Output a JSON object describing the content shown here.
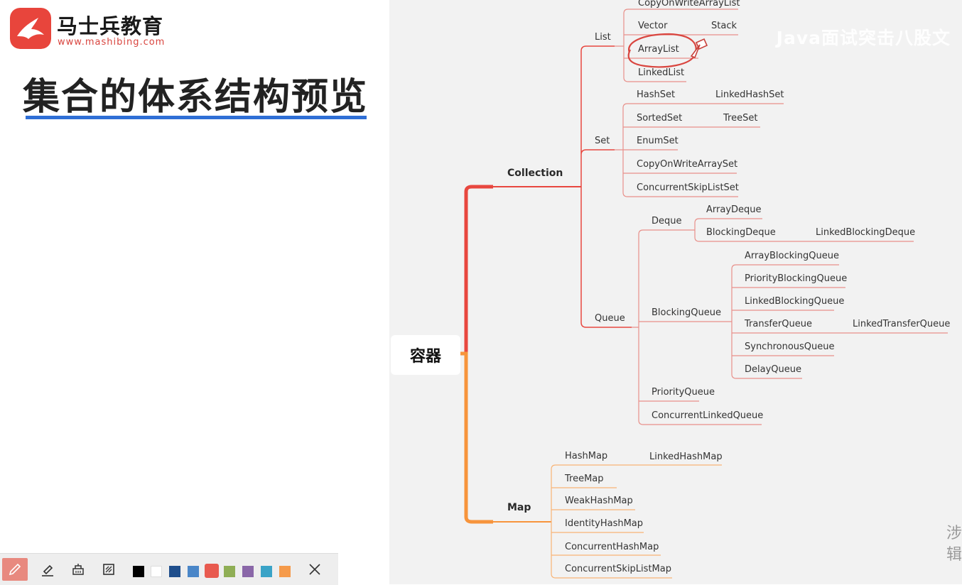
{
  "brand": {
    "name": "马士兵教育",
    "url": "www.mashibing.com"
  },
  "slide": {
    "title": "集合的体系结构预览"
  },
  "watermark": "Java面试突击八股文",
  "edge_chars": [
    "涉",
    "辑"
  ],
  "mindmap": {
    "root": "容器",
    "collection": {
      "label": "Collection",
      "list": {
        "label": "List",
        "items": [
          "CopyOnWriteArrayList",
          "Vector",
          "Stack",
          "ArrayList",
          "LinkedList"
        ]
      },
      "set": {
        "label": "Set",
        "items": [
          "HashSet",
          "LinkedHashSet",
          "SortedSet",
          "TreeSet",
          "EnumSet",
          "CopyOnWriteArraySet",
          "ConcurrentSkipListSet"
        ]
      },
      "queue": {
        "label": "Queue",
        "deque": {
          "label": "Deque",
          "items": [
            "ArrayDeque",
            "BlockingDeque",
            "LinkedBlockingDeque"
          ]
        },
        "blocking": {
          "label": "BlockingQueue",
          "items": [
            "ArrayBlockingQueue",
            "PriorityBlockingQueue",
            "LinkedBlockingQueue",
            "TransferQueue",
            "LinkedTransferQueue",
            "SynchronousQueue",
            "DelayQueue"
          ]
        },
        "others": [
          "PriorityQueue",
          "ConcurrentLinkedQueue"
        ]
      }
    },
    "map": {
      "label": "Map",
      "items": [
        "HashMap",
        "LinkedHashMap",
        "TreeMap",
        "WeakHashMap",
        "IdentityHashMap",
        "ConcurrentHashMap",
        "ConcurrentSkipListMap"
      ]
    }
  },
  "toolbar": {
    "tools": [
      "pencil-icon",
      "highlighter-icon",
      "eraser-icon",
      "clear-icon"
    ],
    "colors": [
      "#000000",
      "#ffffff",
      "#1f4e8c",
      "#4a86c8",
      "#e85a4f",
      "#8fae55",
      "#8a67a8",
      "#3aa3c7",
      "#f59a4a"
    ],
    "selected_color": "#e85a4f",
    "close": "close-icon"
  },
  "colors": {
    "collection_branch": "#e8473f",
    "map_branch": "#f7943c",
    "title_underline": "#2f6fd6"
  }
}
